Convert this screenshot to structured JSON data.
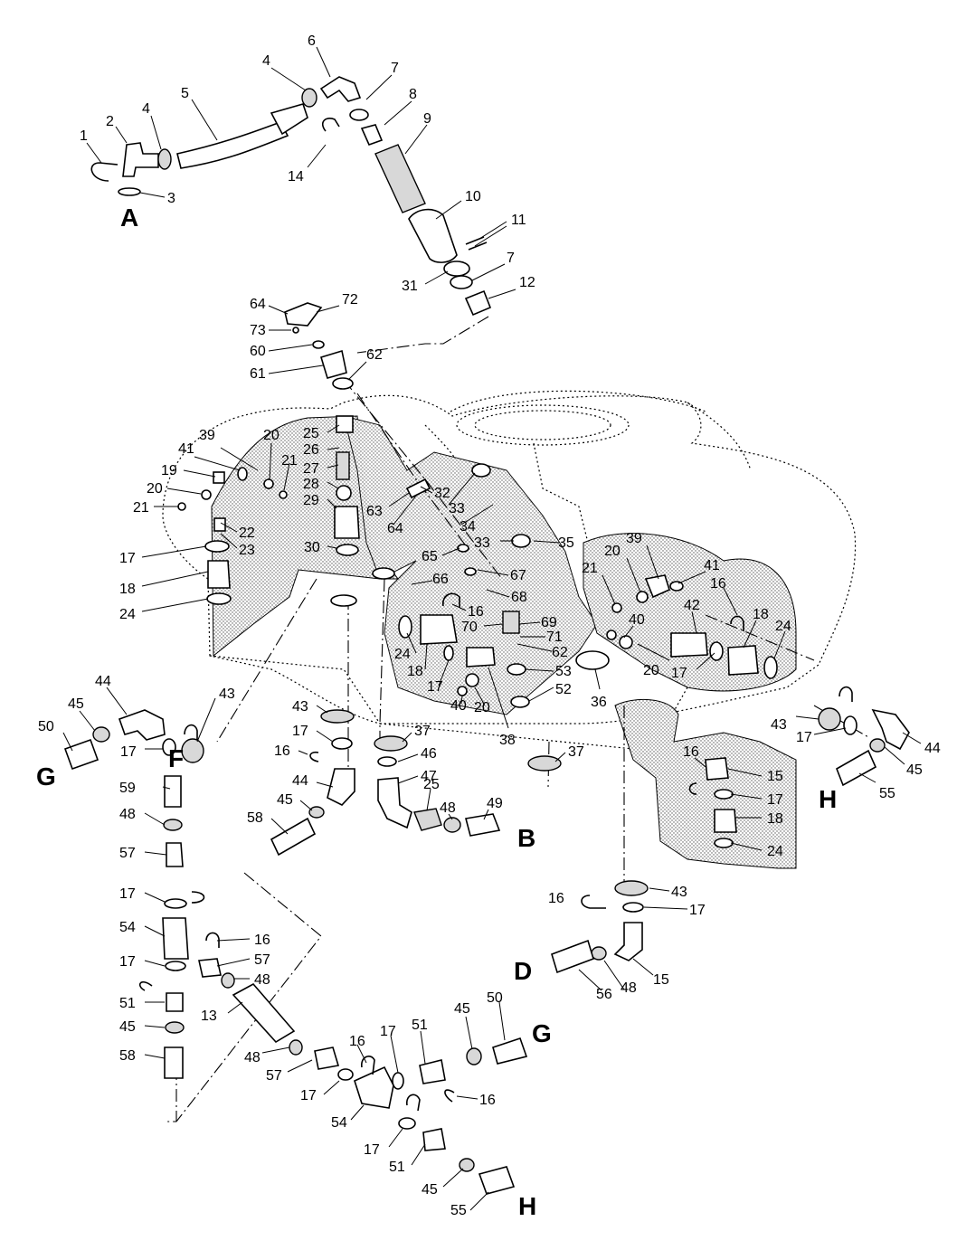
{
  "diagram": {
    "section_labels": [
      "A",
      "B",
      "D",
      "F",
      "G",
      "H",
      "G",
      "H"
    ],
    "callouts": [
      "1",
      "2",
      "3",
      "4",
      "5",
      "4",
      "6",
      "7",
      "8",
      "9",
      "14",
      "10",
      "11",
      "31",
      "7",
      "12",
      "64",
      "72",
      "73",
      "60",
      "61",
      "62",
      "39",
      "41",
      "20",
      "19",
      "21",
      "20",
      "21",
      "25",
      "26",
      "27",
      "28",
      "29",
      "32",
      "63",
      "64",
      "33",
      "34",
      "33",
      "35",
      "22",
      "23",
      "17",
      "18",
      "24",
      "30",
      "65",
      "67",
      "66",
      "68",
      "16",
      "70",
      "69",
      "71",
      "62",
      "24",
      "18",
      "17",
      "53",
      "52",
      "40",
      "20",
      "38",
      "36",
      "21",
      "20",
      "39",
      "41",
      "16",
      "40",
      "42",
      "18",
      "24",
      "20",
      "17",
      "44",
      "45",
      "50",
      "17",
      "43",
      "43",
      "17",
      "16",
      "44",
      "45",
      "58",
      "37",
      "46",
      "47",
      "25",
      "48",
      "49",
      "37",
      "43",
      "17",
      "44",
      "45",
      "16",
      "15",
      "17",
      "18",
      "24",
      "55",
      "59",
      "48",
      "57",
      "17",
      "54",
      "16",
      "57",
      "17",
      "48",
      "51",
      "45",
      "58",
      "13",
      "16",
      "43",
      "17",
      "56",
      "48",
      "15",
      "48",
      "57",
      "16",
      "17",
      "51",
      "45",
      "50",
      "17",
      "16",
      "54",
      "17",
      "51",
      "45",
      "55"
    ]
  }
}
